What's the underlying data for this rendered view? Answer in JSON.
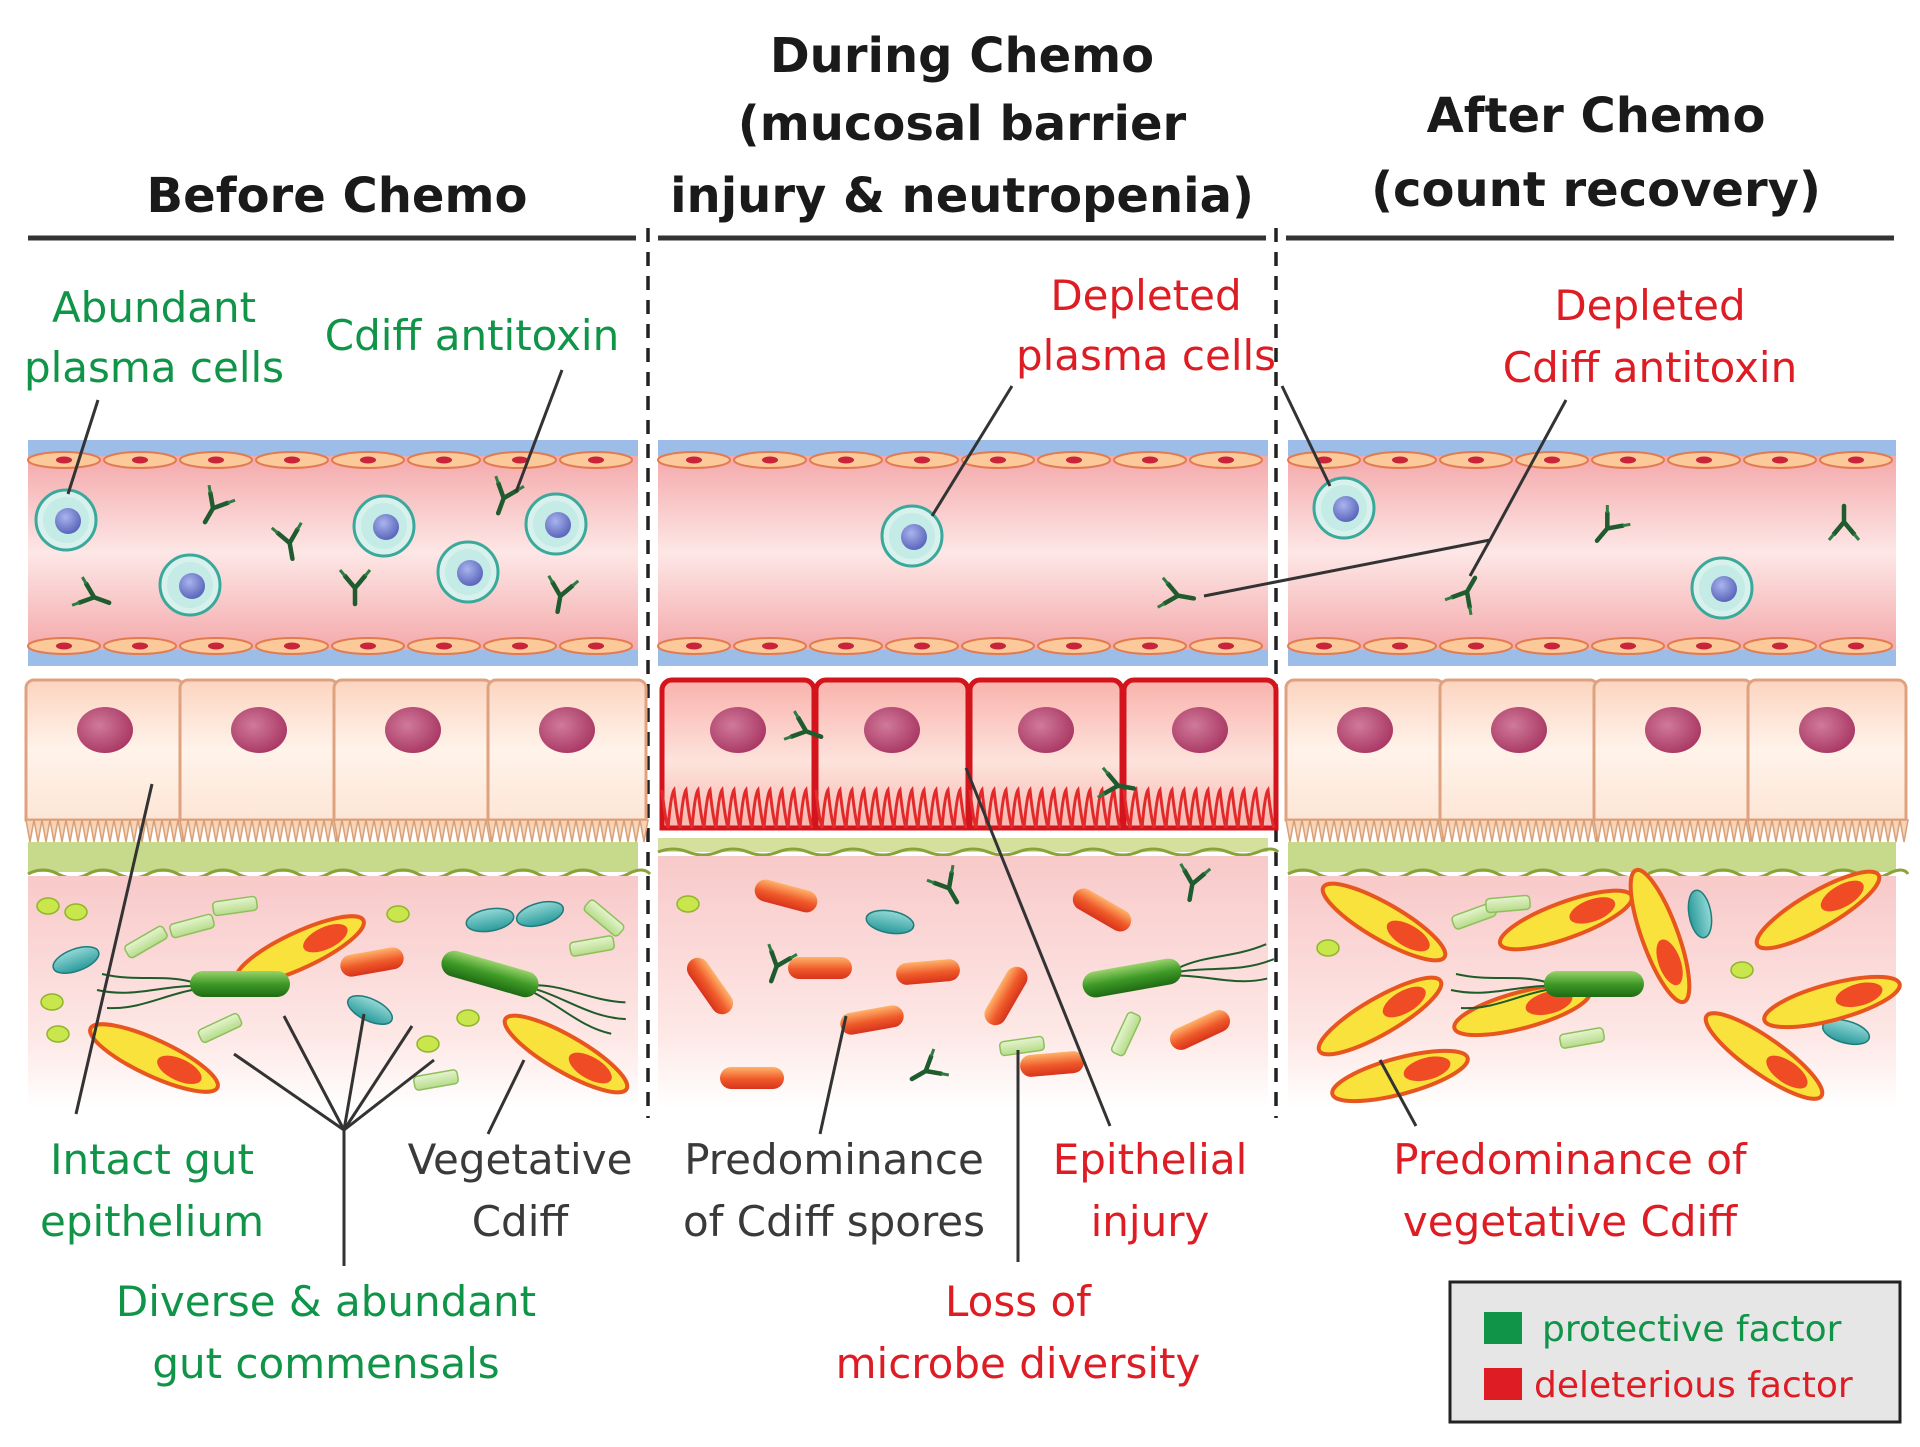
{
  "headers": {
    "before": "Before Chemo",
    "during_1": "During Chemo",
    "during_2": "(mucosal barrier",
    "during_3": "injury & neutropenia)",
    "after_1": "After Chemo",
    "after_2": "(count recovery)"
  },
  "labels": {
    "abundant_1": "Abundant",
    "abundant_2": "plasma cells",
    "antitoxin": "Cdiff antitoxin",
    "depleted_plasma_1": "Depleted",
    "depleted_plasma_2": "plasma cells",
    "depleted_antitoxin_1": "Depleted",
    "depleted_antitoxin_2": "Cdiff antitoxin",
    "intact_1": "Intact gut",
    "intact_2": "epithelium",
    "vegetative_1": "Vegetative",
    "vegetative_2": "Cdiff",
    "diverse_1": "Diverse & abundant",
    "diverse_2": "gut commensals",
    "spores_1": "Predominance",
    "spores_2": "of Cdiff spores",
    "injury_1": "Epithelial",
    "injury_2": "injury",
    "loss_1": "Loss of",
    "loss_2": "microbe diversity",
    "veg_pred_1": "Predominance of",
    "veg_pred_2": "vegetative Cdiff"
  },
  "legend": {
    "protective": "protective factor",
    "deleterious": "deleterious factor"
  },
  "colors": {
    "protective": "#0f9448",
    "deleterious": "#dd1c24",
    "neutral": "#3a3a3a",
    "vessel": "#f7c9c9",
    "epithelium": "#fde3d3",
    "injured_edge": "#d4141c"
  }
}
